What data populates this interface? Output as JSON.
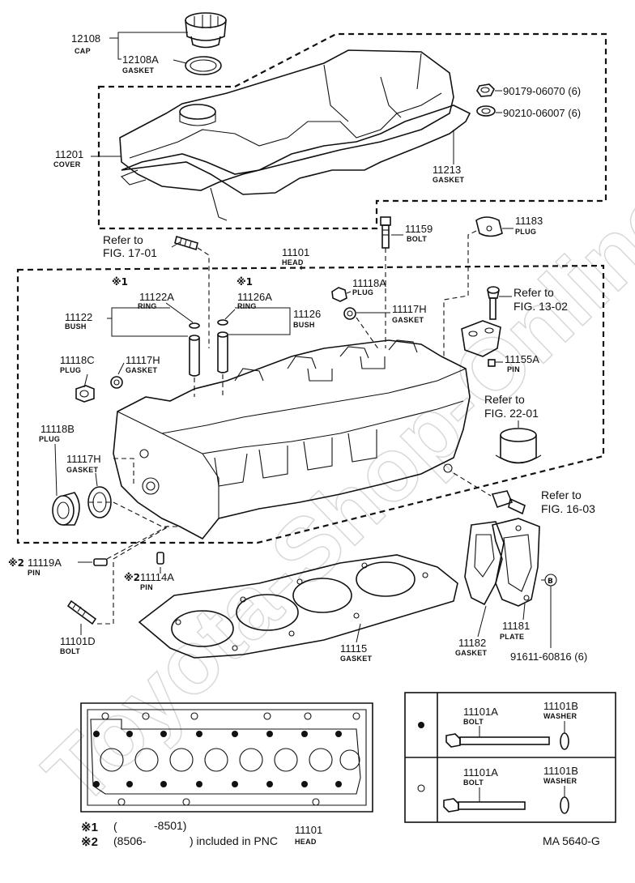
{
  "watermark": "Toyota-Shop-Online.ru",
  "parts": [
    {
      "id": "cap",
      "code": "12108",
      "name": "CAP"
    },
    {
      "id": "cap-gasket",
      "code": "12108A",
      "name": "GASKET"
    },
    {
      "id": "cover",
      "code": "11201",
      "name": "COVER"
    },
    {
      "id": "nut",
      "code": "90179-06070 (6)",
      "name": ""
    },
    {
      "id": "seal-washer",
      "code": "90210-06007 (6)",
      "name": ""
    },
    {
      "id": "cover-gasket",
      "code": "11213",
      "name": "GASKET"
    },
    {
      "id": "bolt-11159",
      "code": "11159",
      "name": "BOLT"
    },
    {
      "id": "plug-11183",
      "code": "11183",
      "name": "PLUG"
    },
    {
      "id": "head",
      "code": "11101",
      "name": "HEAD"
    },
    {
      "id": "plug-11118a",
      "code": "11118A",
      "name": "PLUG"
    },
    {
      "id": "gasket-11117h-a",
      "code": "11117H",
      "name": "GASKET"
    },
    {
      "id": "ring-11122a",
      "code": "11122A",
      "name": "RING"
    },
    {
      "id": "bush-11122",
      "code": "11122",
      "name": "BUSH"
    },
    {
      "id": "ring-11126a",
      "code": "11126A",
      "name": "RING"
    },
    {
      "id": "bush-11126",
      "code": "11126",
      "name": "BUSH"
    },
    {
      "id": "plug-11118c",
      "code": "11118C",
      "name": "PLUG"
    },
    {
      "id": "gasket-11117h-b",
      "code": "11117H",
      "name": "GASKET"
    },
    {
      "id": "pin-11155a",
      "code": "11155A",
      "name": "PIN"
    },
    {
      "id": "plug-11118b",
      "code": "11118B",
      "name": "PLUG"
    },
    {
      "id": "gasket-11117h-c",
      "code": "11117H",
      "name": "GASKET"
    },
    {
      "id": "pin-11119a",
      "code": "11119A",
      "name": "PIN"
    },
    {
      "id": "pin-11114a",
      "code": "11114A",
      "name": "PIN"
    },
    {
      "id": "bolt-11101d",
      "code": "11101D",
      "name": "BOLT"
    },
    {
      "id": "head-gasket",
      "code": "11115",
      "name": "GASKET"
    },
    {
      "id": "gasket-11182",
      "code": "11182",
      "name": "GASKET"
    },
    {
      "id": "plate-11181",
      "code": "11181",
      "name": "PLATE"
    },
    {
      "id": "bolt-91611",
      "code": "91611-60816 (6)",
      "name": ""
    }
  ],
  "markers": {
    "m1": "※1",
    "m2": "※2",
    "b": "B"
  },
  "references": [
    {
      "line1": "Refer to",
      "line2": "FIG. 17-01"
    },
    {
      "line1": "Refer to",
      "line2": "FIG. 13-02"
    },
    {
      "line1": "Refer to",
      "line2": "FIG. 22-01"
    },
    {
      "line1": "Refer to",
      "line2": "FIG. 16-03"
    }
  ],
  "table": {
    "rows": [
      {
        "bolt_code": "11101A",
        "bolt_name": "BOLT",
        "washer_code": "11101B",
        "washer_name": "WASHER"
      },
      {
        "bolt_code": "11101A",
        "bolt_name": "BOLT",
        "washer_code": "11101B",
        "washer_name": "WASHER"
      }
    ]
  },
  "footnotes": {
    "n1_mark": "※1",
    "n1_open": "(",
    "n1_range": "-8501)",
    "n2_mark": "※2",
    "n2_range": "(8506-",
    "n2_close": ") included in PNC",
    "pnc_code": "11101",
    "pnc_name": "HEAD"
  },
  "figure_code": "MA 5640-G"
}
